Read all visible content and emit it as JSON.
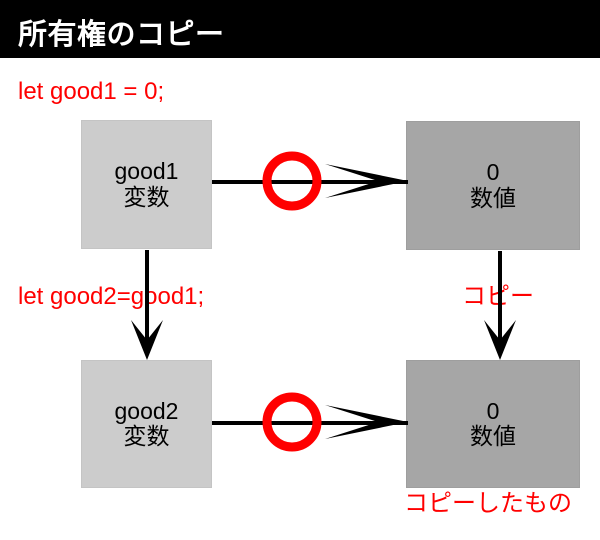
{
  "header": {
    "title": "所有権のコピー",
    "background": "#000000",
    "text_color": "#ffffff"
  },
  "colors": {
    "accent_red": "#ff0000",
    "variable_box": "#cccccc",
    "value_box": "#a6a6a6",
    "stroke": "#000000",
    "page_background": "#ffffff"
  },
  "code": {
    "line1": "let good1 = 0;",
    "line2": "let good2=good1;"
  },
  "annotations": {
    "copy_arrow": "コピー",
    "copied_result": "コピーしたもの"
  },
  "boxes": {
    "good1": {
      "name": "good1",
      "type": "変数"
    },
    "value1": {
      "name": "0",
      "type": "数値"
    },
    "good2": {
      "name": "good2",
      "type": "変数"
    },
    "value2": {
      "name": "0",
      "type": "数値"
    }
  }
}
